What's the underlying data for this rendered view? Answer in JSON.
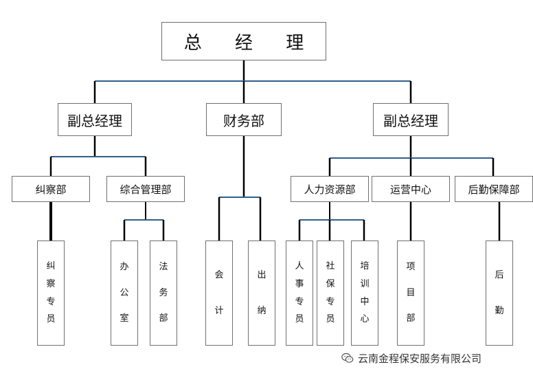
{
  "org": {
    "top": "总 经 理",
    "level2": {
      "left": "副总经理",
      "center": "财务部",
      "right": "副总经理"
    },
    "level3": {
      "jiucha": "纠察部",
      "zonghe": "综合管理部",
      "renli": "人力资源部",
      "yunying": "运营中心",
      "houqin": "后勤保障部"
    },
    "level4": {
      "jiucha_zhuanyuan": "纠察专员",
      "bangongshi": "办公室",
      "fawubu": "法务部",
      "kuaiji": "会计",
      "chuna": "出纳",
      "renshi_zhuanyuan": "人事专员",
      "shebao_zhuanyuan": "社保专员",
      "peixun_zhongxin": "培训中心",
      "xiangmubu": "项目部",
      "houqin": "后勤"
    }
  },
  "watermark": {
    "text": "云南金程保安服务有限公司",
    "icon": "wechat-icon"
  },
  "colors": {
    "line_blue": "#2f5f8a",
    "line_black": "#000000",
    "box_border": "#6f6f6f"
  }
}
